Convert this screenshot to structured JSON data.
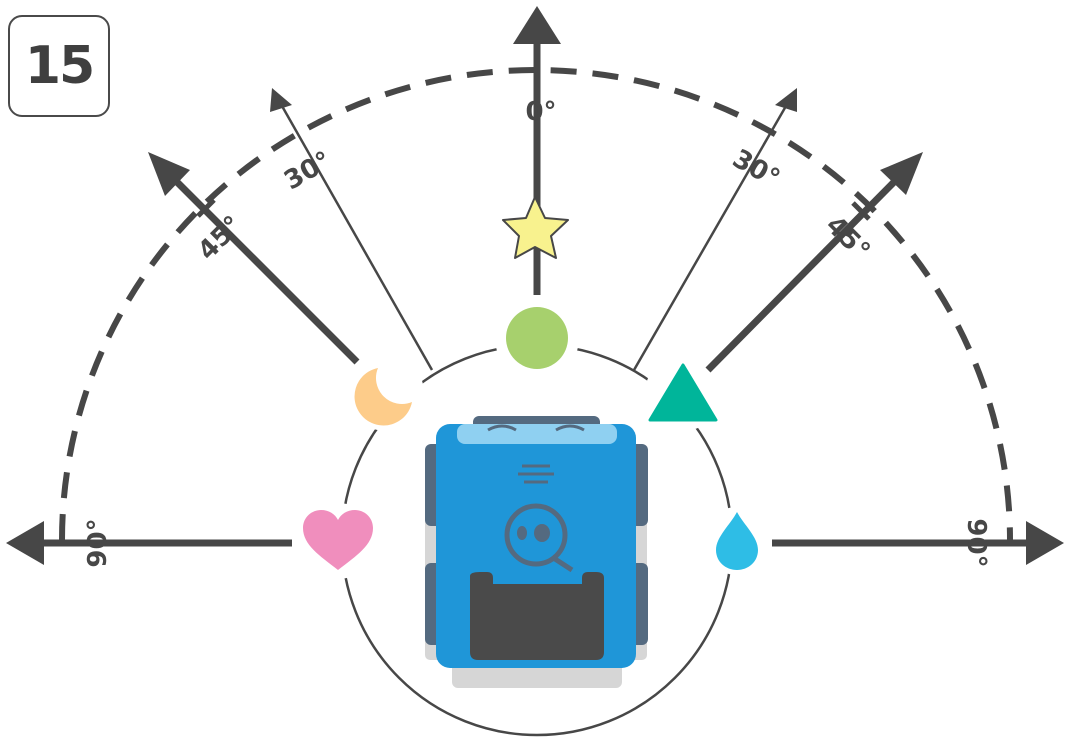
{
  "step_number": "15",
  "angle_labels": {
    "center": "0°",
    "left_30": "30°",
    "right_30": "30°",
    "left_45": "45°",
    "right_45": "45°",
    "left_90": "90°",
    "right_90": "90°"
  },
  "markers": [
    {
      "shape": "star-icon",
      "color": "#f8f28e"
    },
    {
      "shape": "circle-icon",
      "color": "#a7d06d"
    },
    {
      "shape": "moon-icon",
      "color": "#fdcc8a"
    },
    {
      "shape": "triangle-icon",
      "color": "#00b59a"
    },
    {
      "shape": "heart-icon",
      "color": "#f08ebd"
    },
    {
      "shape": "drop-icon",
      "color": "#2ebde6"
    }
  ],
  "colors": {
    "ink": "#474747",
    "robot_body": "#1f96d8",
    "robot_dark": "#4a4a4a",
    "robot_side": "#546a80"
  }
}
